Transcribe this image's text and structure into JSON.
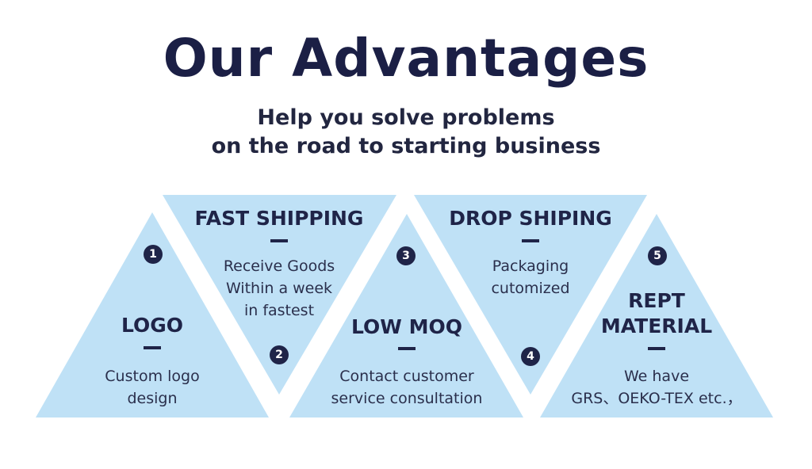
{
  "title": "Our Advantages",
  "subtitle": {
    "line1": "Help you solve problems",
    "line2": "on the road to starting business"
  },
  "colors": {
    "triangle_fill": "#bfe1f6",
    "text_dark": "#1f2448"
  },
  "advantages": [
    {
      "number": "1",
      "heading": "LOGO",
      "desc1": "Custom logo",
      "desc2": "design"
    },
    {
      "number": "2",
      "heading": "FAST SHIPPING",
      "desc1": "Receive Goods",
      "desc2": "Within a week",
      "desc3": "in fastest"
    },
    {
      "number": "3",
      "heading": "LOW MOQ",
      "desc1": "Contact customer",
      "desc2": "service consultation"
    },
    {
      "number": "4",
      "heading": "DROP SHIPING",
      "desc1": "Packaging",
      "desc2": "cutomized"
    },
    {
      "number": "5",
      "heading1": "REPT",
      "heading2": "MATERIAL",
      "desc1": "We have",
      "desc2": "GRS、OEKO-TEX etc.，"
    }
  ]
}
